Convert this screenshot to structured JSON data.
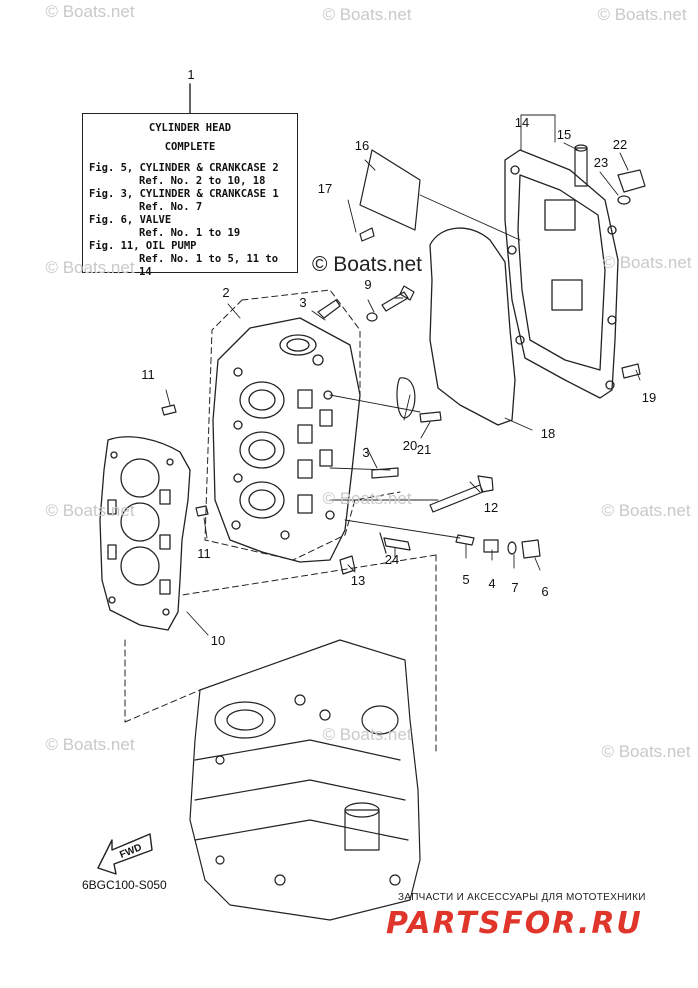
{
  "info_box": {
    "title": "CYLINDER HEAD",
    "subtitle": "COMPLETE",
    "lines": [
      {
        "text": "Fig. 5, CYLINDER & CRANKCASE 2",
        "indent": false
      },
      {
        "text": "Ref. No. 2 to 10, 18",
        "indent": true
      },
      {
        "text": "Fig. 3, CYLINDER & CRANKCASE 1",
        "indent": false
      },
      {
        "text": "Ref. No. 7",
        "indent": true
      },
      {
        "text": "Fig. 6, VALVE",
        "indent": false
      },
      {
        "text": "Ref. No. 1 to 19",
        "indent": true
      },
      {
        "text": "Fig. 11, OIL PUMP",
        "indent": false
      },
      {
        "text": "Ref. No. 1 to 5, 11 to 14",
        "indent": true
      }
    ]
  },
  "callouts": [
    "1",
    "2",
    "3",
    "3",
    "4",
    "5",
    "6",
    "7",
    "9",
    "10",
    "11",
    "11",
    "12",
    "13",
    "14",
    "15",
    "16",
    "17",
    "18",
    "19",
    "20",
    "21",
    "22",
    "23",
    "24"
  ],
  "watermark_text": "© Boats.net",
  "fwd_label": "FWD",
  "part_code": "6BGC100-S050",
  "footer": {
    "tagline": "ЗАПЧАСТИ И АКСЕССУАРЫ ДЛЯ МОТОТЕХНИКИ",
    "brand": "PARTSFOR.RU",
    "brand_color": "#e0352b"
  }
}
